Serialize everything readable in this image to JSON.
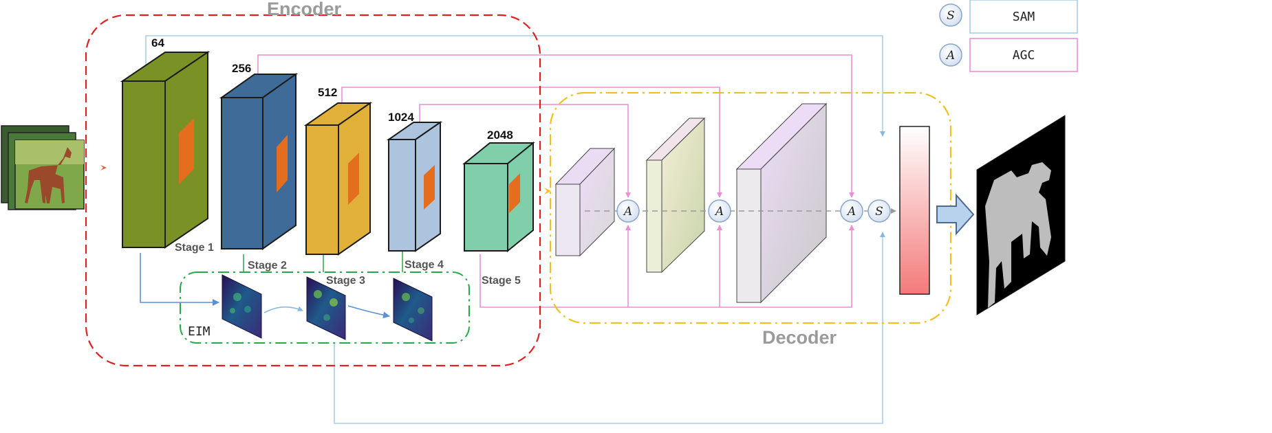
{
  "encoder": {
    "title": "Encoder",
    "stages": [
      {
        "channels": "64",
        "label": "Stage 1",
        "color": "#7a9225"
      },
      {
        "channels": "256",
        "label": "Stage 2",
        "color": "#3e6b98"
      },
      {
        "channels": "512",
        "label": "Stage 3",
        "color": "#e0b038"
      },
      {
        "channels": "1024",
        "label": "Stage 4",
        "color": "#adc4de"
      },
      {
        "channels": "2048",
        "label": "Stage 5",
        "color": "#80ceaa"
      }
    ]
  },
  "decoder": {
    "title": "Decoder"
  },
  "eim": {
    "label": "EIM"
  },
  "legend": [
    {
      "symbol": "S",
      "name": "SAM",
      "color": "#a9cde8"
    },
    {
      "symbol": "A",
      "name": "AGC",
      "color": "#ea8fd6"
    }
  ],
  "operators": {
    "agc": "A",
    "sam": "S"
  },
  "colors": {
    "encoder_border": "#e02020",
    "decoder_border": "#f0c020",
    "eim_border": "#22aa44",
    "sam_line": "#a9cde8",
    "agc_line": "#ea8fd6",
    "blue_arrow": "#5b8fd8"
  }
}
